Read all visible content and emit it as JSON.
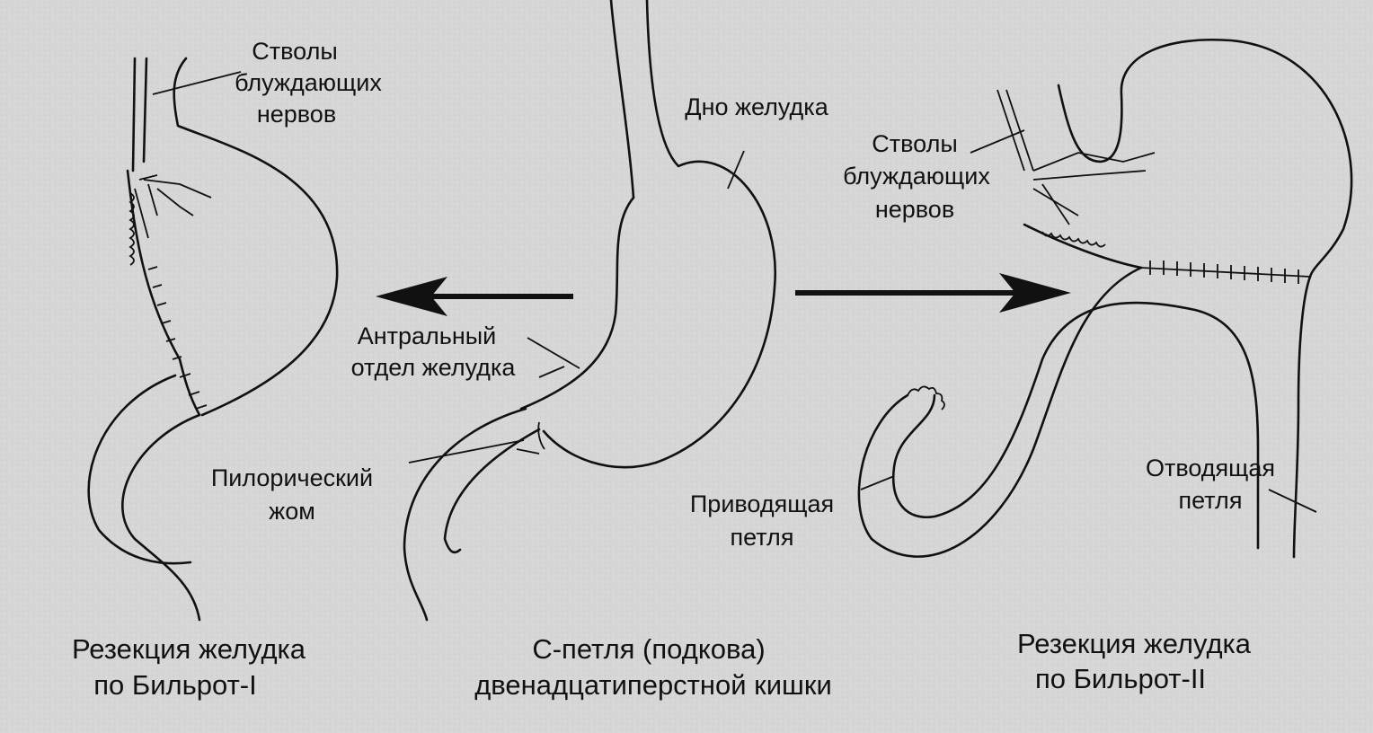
{
  "left": {
    "vagus_label": [
      "Стволы",
      "блуждающих",
      "нервов"
    ],
    "caption": [
      "Резекция желудка",
      "по Бильрот-I"
    ]
  },
  "center": {
    "fundus_label": "Дно желудка",
    "antrum_label": [
      "Антральный",
      "отдел желудка"
    ],
    "pylorus_label": [
      "Пилорический",
      "жом"
    ],
    "caption": [
      "С-петля (подкова)",
      "двенадцатиперстной кишки"
    ]
  },
  "right": {
    "vagus_label": [
      "Стволы",
      "блуждающих",
      "нервов"
    ],
    "afferent_label": [
      "Приводящая",
      "петля"
    ],
    "efferent_label": [
      "Отводящая",
      "петля"
    ],
    "caption": [
      "Резекция желудка",
      "по Бильрот-II"
    ]
  },
  "colors": {
    "background": "#d6d6d6",
    "ink": "#111111"
  }
}
